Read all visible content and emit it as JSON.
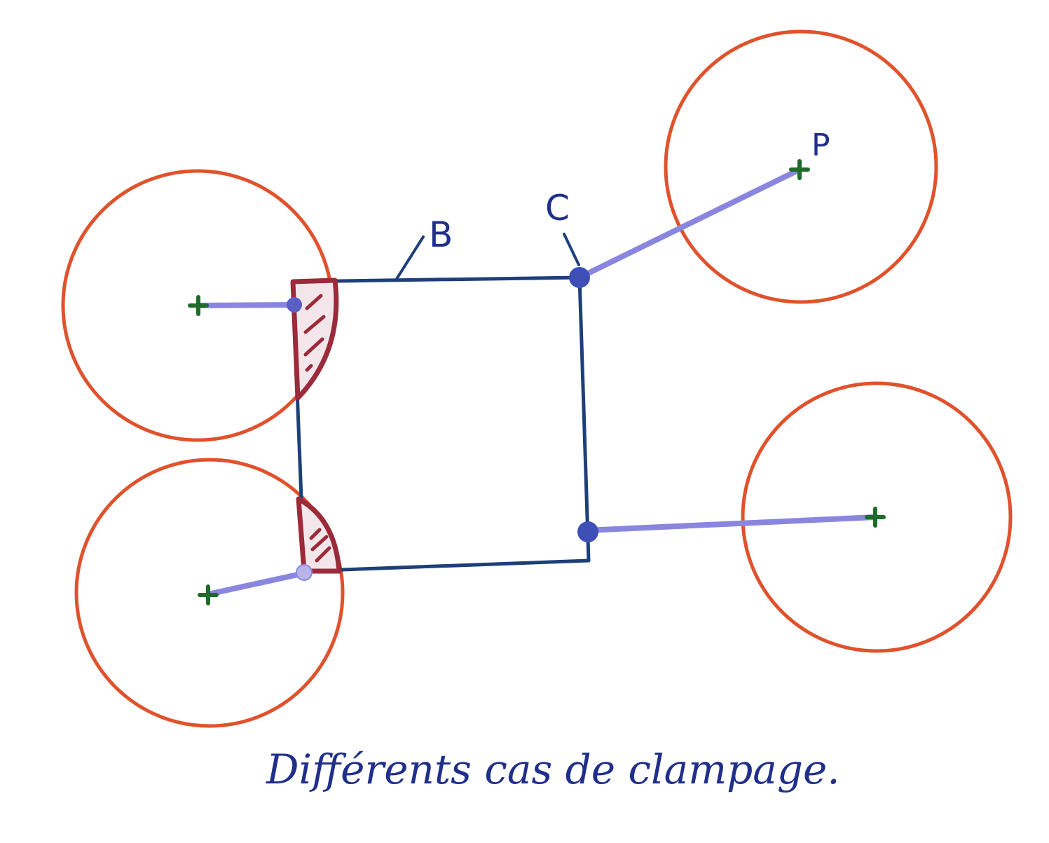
{
  "labels": {
    "b": "B",
    "c": "C",
    "p": "P"
  },
  "caption": "Différents cas de clampage.",
  "colors": {
    "circle": "#e0522c",
    "rectangle": "#1d3f7a",
    "projection": "#8a86e0",
    "clamp_point": "#3f4fb8",
    "center_mark": "#1f6b2a",
    "hatched_region": "#9b2a3a",
    "text": "#1f2f8a"
  }
}
